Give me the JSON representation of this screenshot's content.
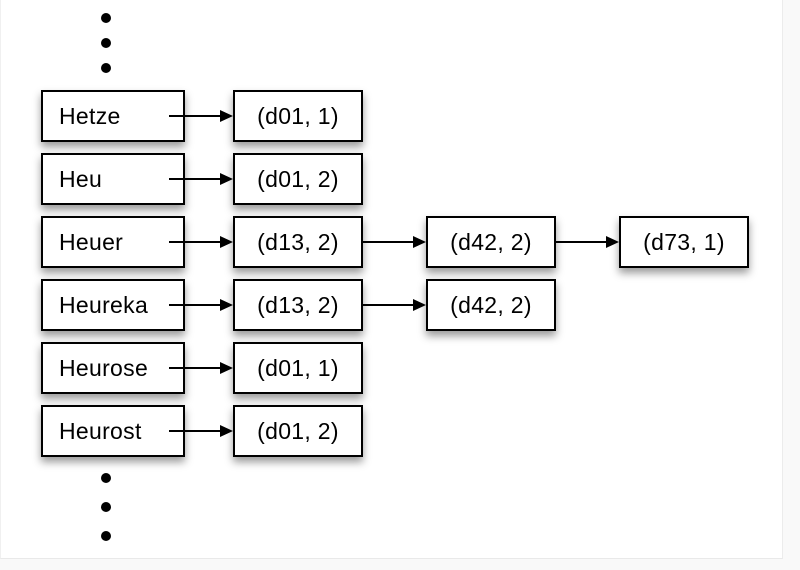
{
  "colors": {
    "page_background": "#ffffff",
    "margin_background": "#f9f9f9",
    "box_fill": "#ffffff",
    "box_border": "#000000",
    "text": "#000000"
  },
  "icons": {
    "ellipsis_top": "vertical-ellipsis-dots",
    "ellipsis_bottom": "vertical-ellipsis-dots"
  },
  "diagram": {
    "rows": [
      {
        "term": "Hetze",
        "postings": [
          "(d01, 1)"
        ]
      },
      {
        "term": "Heu",
        "postings": [
          "(d01, 2)"
        ]
      },
      {
        "term": "Heuer",
        "postings": [
          "(d13, 2)",
          "(d42, 2)",
          "(d73, 1)"
        ]
      },
      {
        "term": "Heureka",
        "postings": [
          "(d13, 2)",
          "(d42, 2)"
        ]
      },
      {
        "term": "Heurose",
        "postings": [
          "(d01, 1)"
        ]
      },
      {
        "term": "Heurost",
        "postings": [
          "(d01, 2)"
        ]
      }
    ]
  }
}
